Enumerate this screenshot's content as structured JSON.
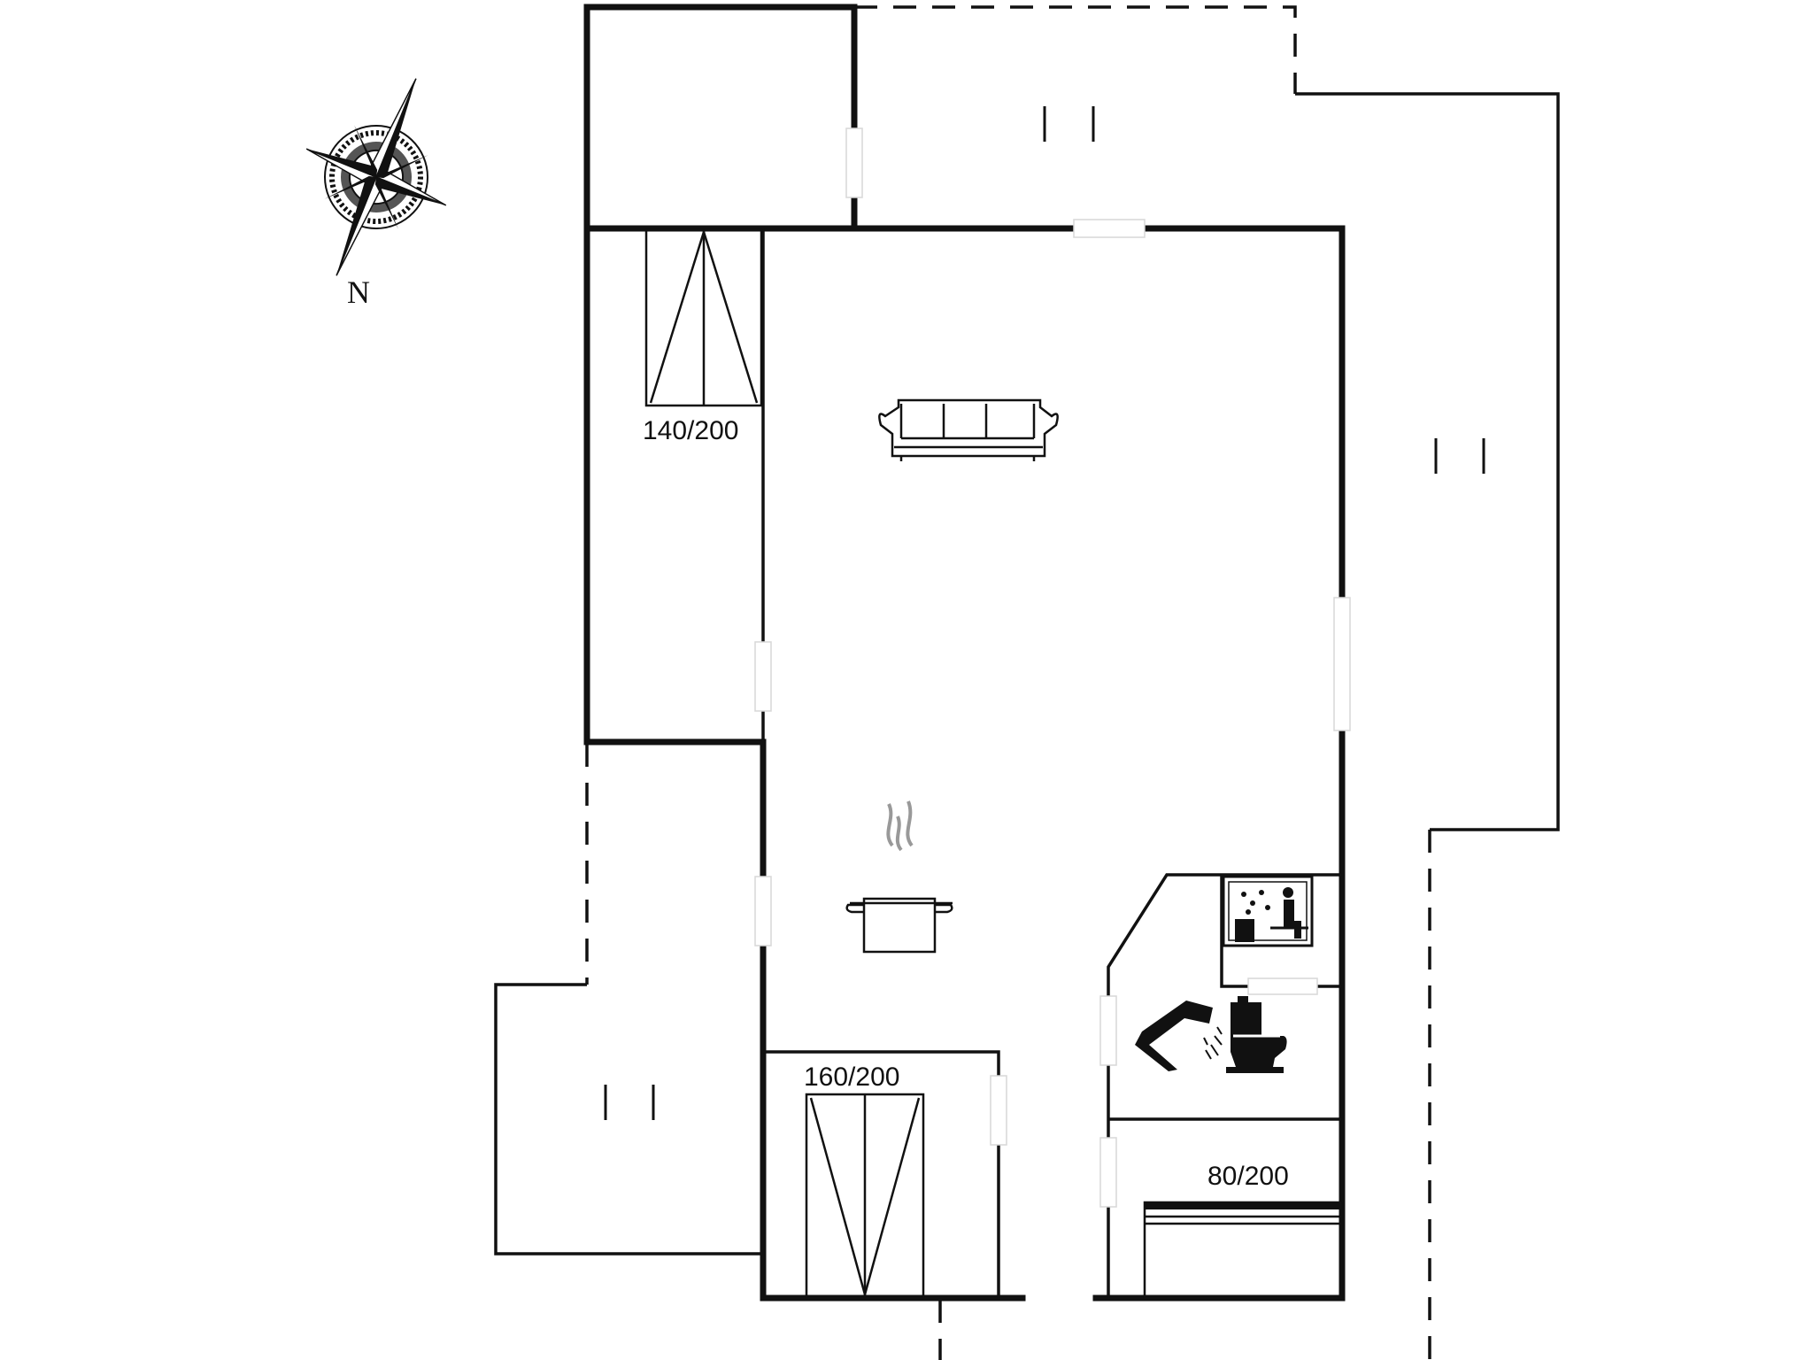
{
  "compass": {
    "label": "N",
    "icon": "compass-rose-icon"
  },
  "rooms": {
    "bedroom_top_left": {
      "bed_label": "140/200"
    },
    "bedroom_bottom": {
      "bed_label": "160/200"
    },
    "bedroom_small": {
      "bed_label": "80/200"
    }
  },
  "icons": {
    "sofa": "sofa-icon",
    "kitchen": "cooking-pot-icon",
    "sauna": "sauna-icon",
    "shower": "shower-icon",
    "toilet": "toilet-icon"
  }
}
